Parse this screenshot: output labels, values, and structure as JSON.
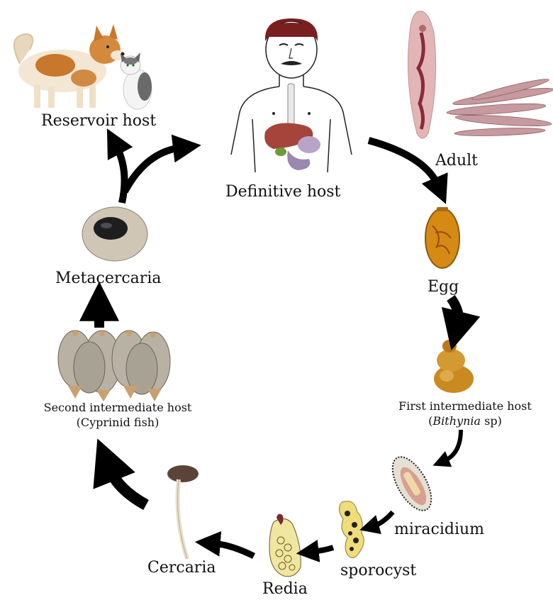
{
  "stages": {
    "reservoir_host": "Reservoir host",
    "definitive_host": "Definitive host",
    "adult": "Adult",
    "egg": "Egg",
    "first_host_line1": "First intermediate host",
    "first_host_genus": "Bithynia",
    "first_host_suffix": " sp)",
    "first_host_paren": "(",
    "miracidium": "miracidium",
    "sporocyst": "sporocyst",
    "redia": "Redia",
    "cercaria": "Cercaria",
    "second_host_line1": "Second intermediate host",
    "second_host_line2": "(Cyprinid fish)",
    "metacercaria": "Metacercaria"
  },
  "colors": {
    "arrow": "#000000",
    "liver": "#a5443a",
    "hair": "#7a1f1f",
    "fluke": "#d9a7a8",
    "egg": "#d58a14",
    "snail": "#c98a22",
    "sporocyst": "#efdc7a",
    "fish": "#b9b2a4"
  }
}
